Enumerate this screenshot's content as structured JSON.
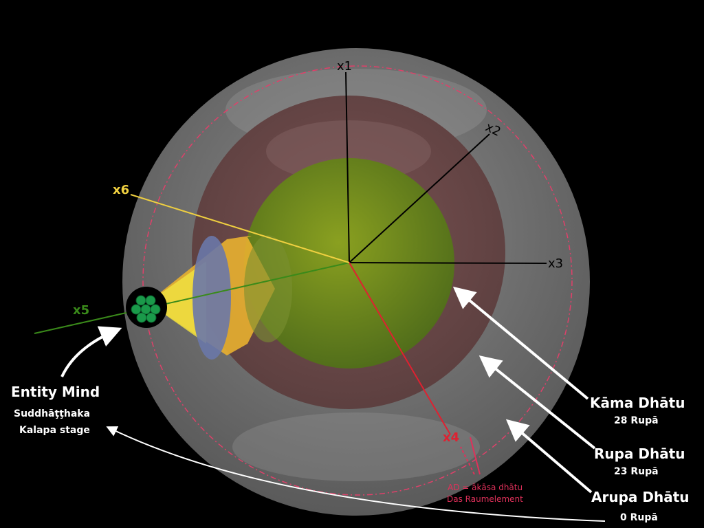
{
  "axes": {
    "x1": "x1",
    "x2": "x2",
    "x3": "x3",
    "x4": "x4",
    "x5": "x5",
    "x6": "x6"
  },
  "entity": {
    "title": "Entity Mind",
    "line1": "Suddhāţţhaka",
    "line2": "Kalapa stage"
  },
  "kama": {
    "title": "Kāma Dhātu",
    "sub": "28 Rupā"
  },
  "rupa": {
    "title": "Rupa Dhātu",
    "sub": "23 Rupā"
  },
  "arupa": {
    "title": "Arupa Dhātu",
    "sub": "0 Rupā"
  },
  "akasa": {
    "line1": "AD = ākāsa dhātu",
    "line2": "Das Raumelement"
  },
  "colors": {
    "x4": "#e02030",
    "x5": "#3a8a1a",
    "x6": "#f0d040",
    "akasa": "#e0305a"
  }
}
